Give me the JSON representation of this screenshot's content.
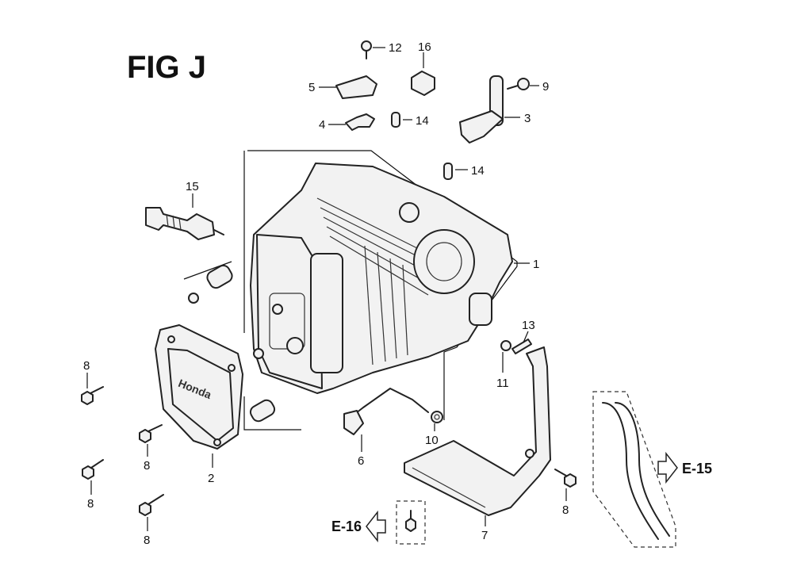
{
  "figure": {
    "title": "FIG J"
  },
  "callouts": {
    "c1": "1",
    "c2": "2",
    "c3": "3",
    "c4": "4",
    "c5": "5",
    "c6": "6",
    "c7": "7",
    "c8a": "8",
    "c8b": "8",
    "c8c": "8",
    "c8d": "8",
    "c8e": "8",
    "c9": "9",
    "c10": "10",
    "c11": "11",
    "c12": "12",
    "c13": "13",
    "c14a": "14",
    "c14b": "14",
    "c15": "15",
    "c16": "16"
  },
  "references": {
    "e15": "E-15",
    "e16": "E-16"
  },
  "cover_emboss": "Honda"
}
